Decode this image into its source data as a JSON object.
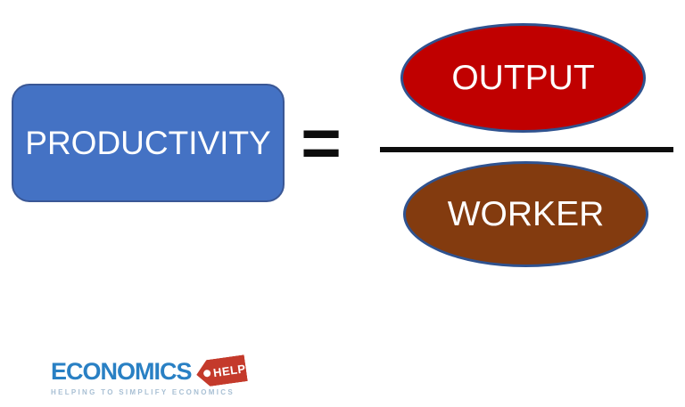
{
  "diagram": {
    "productivity_label": "PRODUCTIVITY",
    "equals_symbol": "=",
    "numerator_label": "OUTPUT",
    "denominator_label": "WORKER",
    "colors": {
      "productivity_fill": "#4472C4",
      "productivity_border": "#3A5795",
      "numerator_fill": "#C00000",
      "denominator_fill": "#833B0F",
      "ellipse_border": "#2F528F",
      "line_color": "#0d0d0d",
      "label_text": "#ffffff"
    }
  },
  "logo": {
    "brand": "ECONOMICS",
    "tag_label": "HELP",
    "tagline": "HELPING TO SIMPLIFY ECONOMICS",
    "colors": {
      "brand_blue": "#2980C4",
      "tag_red": "#C43A2B",
      "tagline_gray": "#A9C0D4"
    }
  }
}
